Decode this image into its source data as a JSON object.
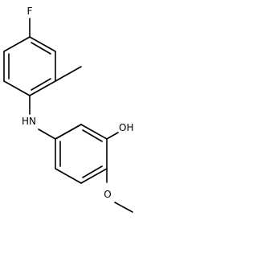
{
  "structure": {
    "atoms": {
      "fluorine": "F",
      "amine": "HN",
      "hydroxyl": "OH",
      "methoxy_oxygen": "O"
    }
  }
}
